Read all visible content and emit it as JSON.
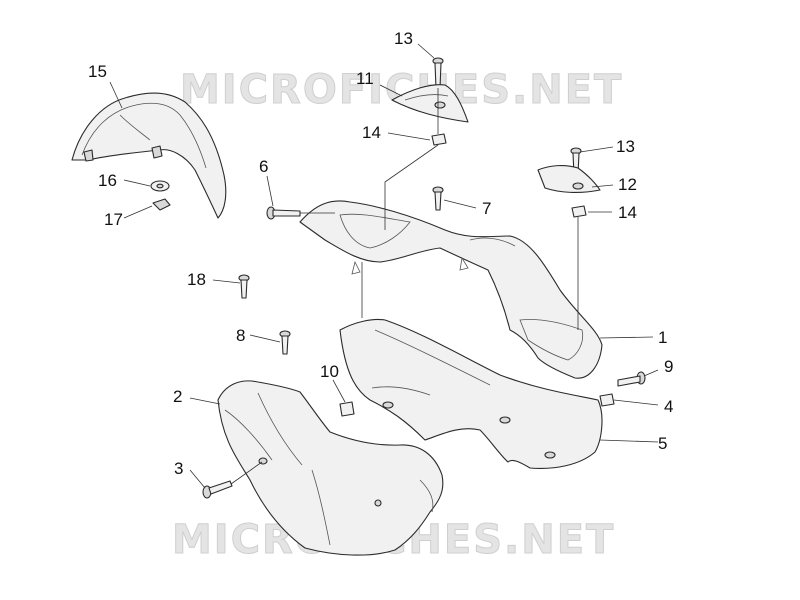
{
  "watermark": {
    "text": "MICROFICHES.NET",
    "copies": 2
  },
  "colors": {
    "line": "#2b2b2b",
    "fill": "#f1f1f1",
    "watermark": "#e4e4e4"
  },
  "callouts": [
    {
      "id": "1",
      "text": "1"
    },
    {
      "id": "2",
      "text": "2"
    },
    {
      "id": "3",
      "text": "3"
    },
    {
      "id": "4",
      "text": "4"
    },
    {
      "id": "5",
      "text": "5"
    },
    {
      "id": "6",
      "text": "6"
    },
    {
      "id": "7",
      "text": "7"
    },
    {
      "id": "8",
      "text": "8"
    },
    {
      "id": "9",
      "text": "9"
    },
    {
      "id": "10",
      "text": "10"
    },
    {
      "id": "11",
      "text": "11"
    },
    {
      "id": "12",
      "text": "12"
    },
    {
      "id": "13a",
      "text": "13"
    },
    {
      "id": "13b",
      "text": "13"
    },
    {
      "id": "14a",
      "text": "14"
    },
    {
      "id": "14b",
      "text": "14"
    },
    {
      "id": "15",
      "text": "15"
    },
    {
      "id": "16",
      "text": "16"
    },
    {
      "id": "17",
      "text": "17"
    },
    {
      "id": "18",
      "text": "18"
    }
  ]
}
